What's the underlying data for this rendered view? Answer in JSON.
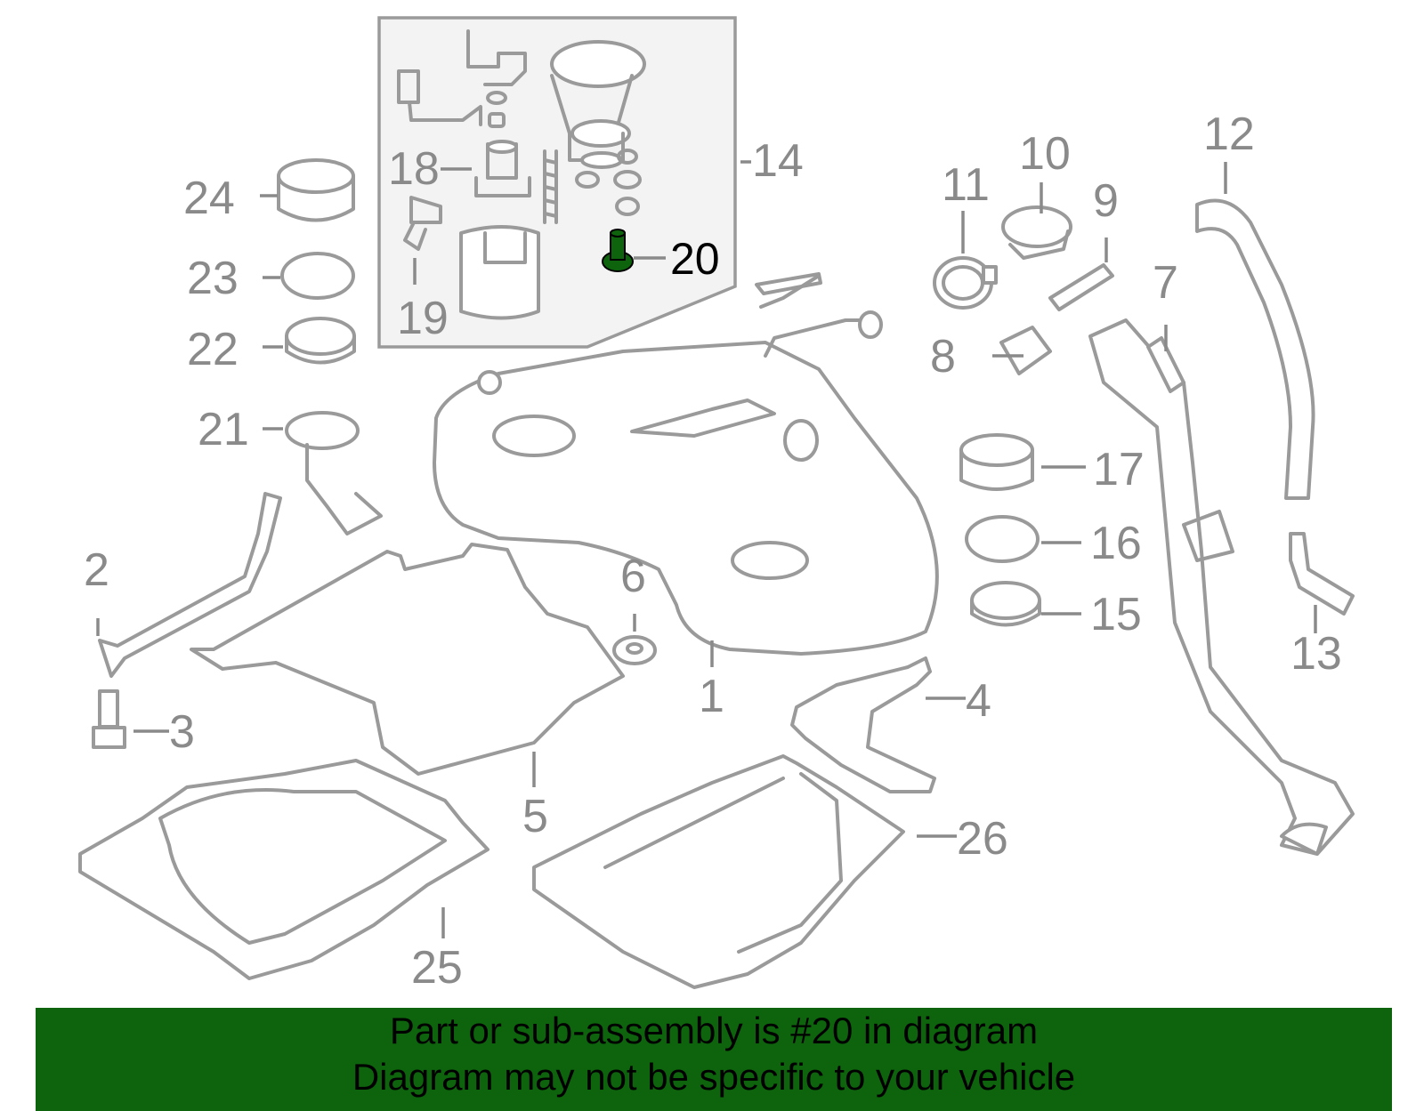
{
  "callouts": {
    "n1": "1",
    "n2": "2",
    "n3": "3",
    "n4": "4",
    "n5": "5",
    "n6": "6",
    "n7": "7",
    "n8": "8",
    "n9": "9",
    "n10": "10",
    "n11": "11",
    "n12": "12",
    "n13": "13",
    "n14": "14",
    "n15": "15",
    "n16": "16",
    "n17": "17",
    "n18": "18",
    "n19": "19",
    "n20": "20",
    "n21": "21",
    "n22": "22",
    "n23": "23",
    "n24": "24",
    "n25": "25",
    "n26": "26"
  },
  "highlighted_part": "20",
  "colors": {
    "highlight": "#0d640d",
    "outline": "#9a9a9a",
    "banner": "#0d640d"
  },
  "banner": {
    "line1": "Part or sub-assembly is #20 in diagram",
    "line2": "Diagram may not be specific to your vehicle"
  }
}
